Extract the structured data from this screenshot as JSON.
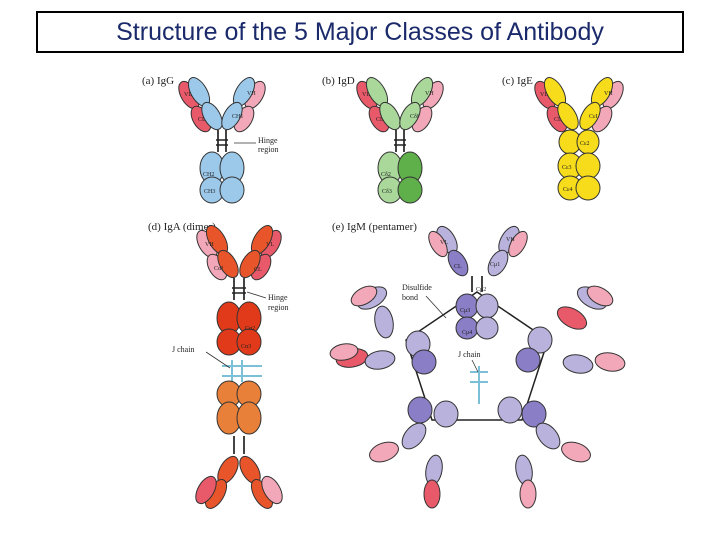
{
  "title": "Structure of the 5 Major Classes of Antibody",
  "panels": {
    "igg": {
      "label": "(a) IgG",
      "vl": "VL",
      "vh": "VH",
      "cl": "CL",
      "ch1": "CH1",
      "ch2": "CH2",
      "ch3": "CH3",
      "hinge": "Hinge",
      "region": "region",
      "color_heavy": "#9cc9ea",
      "color_light": "#e85a6a"
    },
    "igd": {
      "label": "(b) IgD",
      "vl": "VL",
      "vh": "VH",
      "cl": "CL",
      "ch1": "CδI",
      "ch2": "Cδ2",
      "ch3": "Cδ3",
      "color_heavy": "#a9d89a",
      "color_light": "#e85a6a"
    },
    "ige": {
      "label": "(c) IgE",
      "vl": "VL",
      "vh": "VH",
      "cl": "CL",
      "ch1": "CεI",
      "ch2": "Cε2",
      "ch3": "Cε3",
      "ch4": "Cε4",
      "color_heavy": "#f6dc1a",
      "color_light": "#e85a6a"
    },
    "iga": {
      "label": "(d) IgA (dimer)",
      "vh": "VH",
      "vl": "VL",
      "ch1": "CαI",
      "cl": "CL",
      "ch2": "Cα2",
      "ch3": "Cα3",
      "hinge": "Hinge",
      "region": "region",
      "jchain": "J chain",
      "color_heavy": "#e8552a",
      "color_light": "#e85a6a",
      "color_jchain": "#7cc0d8"
    },
    "igm": {
      "label": "(e) IgM (pentamer)",
      "vl": "VL",
      "vh": "VH",
      "cl": "CL",
      "ch1": "Cμ1",
      "ch2": "Cμ2",
      "ch3": "Cμ3",
      "ch4": "Cμ4",
      "disulfide": "Disulfide",
      "bond": "bond",
      "jchain": "J chain",
      "color_heavy": "#b9b2dc",
      "color_light": "#f2a8b8",
      "color_jchain": "#7cc0d8"
    }
  }
}
